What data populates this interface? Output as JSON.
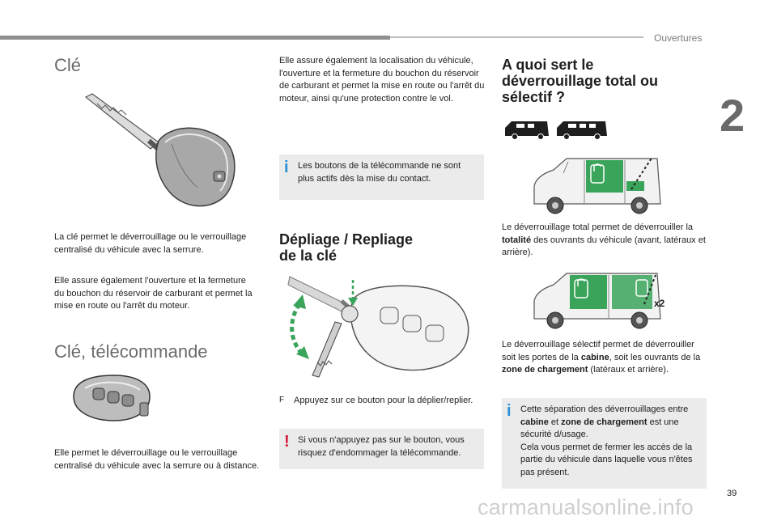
{
  "header": {
    "section_label": "Ouvertures",
    "chapter_number": "2",
    "page_number": "39"
  },
  "watermark": "carmanualsonline.info",
  "col1": {
    "title_key": "Clé",
    "key_p1": "La clé permet le déverrouillage ou le verrouillage centralisé du véhicule avec la serrure.",
    "key_p2": "Elle assure également l'ouverture et la fermeture du bouchon du réservoir de carburant et permet la mise en route ou l'arrêt du moteur.",
    "title_remote": "Clé, télécommande",
    "remote_p1": "Elle permet le déverrouillage ou le verrouillage centralisé du véhicule avec la serrure ou à distance."
  },
  "col2": {
    "intro": "Elle assure également la localisation du véhicule, l'ouverture et la fermeture du bouchon du réservoir de carburant et permet la mise en route ou l'arrêt du moteur, ainsi qu'une protection contre le vol.",
    "info_note": "Les boutons de la télécommande ne sont plus actifs dès la mise du contact.",
    "title_fold_l1": "Dépliage / Repliage",
    "title_fold_l2": "de la clé",
    "bullet_symbol": "F",
    "bullet_text": "Appuyez sur ce bouton pour la déplier/replier.",
    "warning_note": "Si vous n'appuyez pas sur le bouton, vous risquez d'endommager la télécommande."
  },
  "col3": {
    "title_l1": "A quoi sert le",
    "title_l2": "déverrouillage total ou",
    "title_l3": "sélectif ?",
    "total_pre": "Le déverrouillage total permet de déverrouiller la ",
    "total_bold": "totalité",
    "total_post": " des ouvrants du véhicule (avant, latéraux et arrière).",
    "x2_label": "x2",
    "sel_pre": "Le déverrouillage sélectif permet de déverrouiller soit les portes de la ",
    "sel_bold1": "cabine",
    "sel_mid": ", soit les ouvrants de la ",
    "sel_bold2": "zone de chargement",
    "sel_post": " (latéraux et arrière).",
    "info_pre": "Cette séparation des déverrouillages entre ",
    "info_bold1": "cabine",
    "info_mid": " et ",
    "info_bold2": "zone de chargement",
    "info_post": " est une sécurité d/usage.",
    "info_l2": "Cela vous permet de fermer les accès de la partie du véhicule dans laquelle vous n'êtes pas présent."
  },
  "colors": {
    "info_accent": "#2c8fd6",
    "warning_accent": "#d6193a",
    "note_background": "#ebebeb",
    "lock_green": "#3aa45a"
  }
}
